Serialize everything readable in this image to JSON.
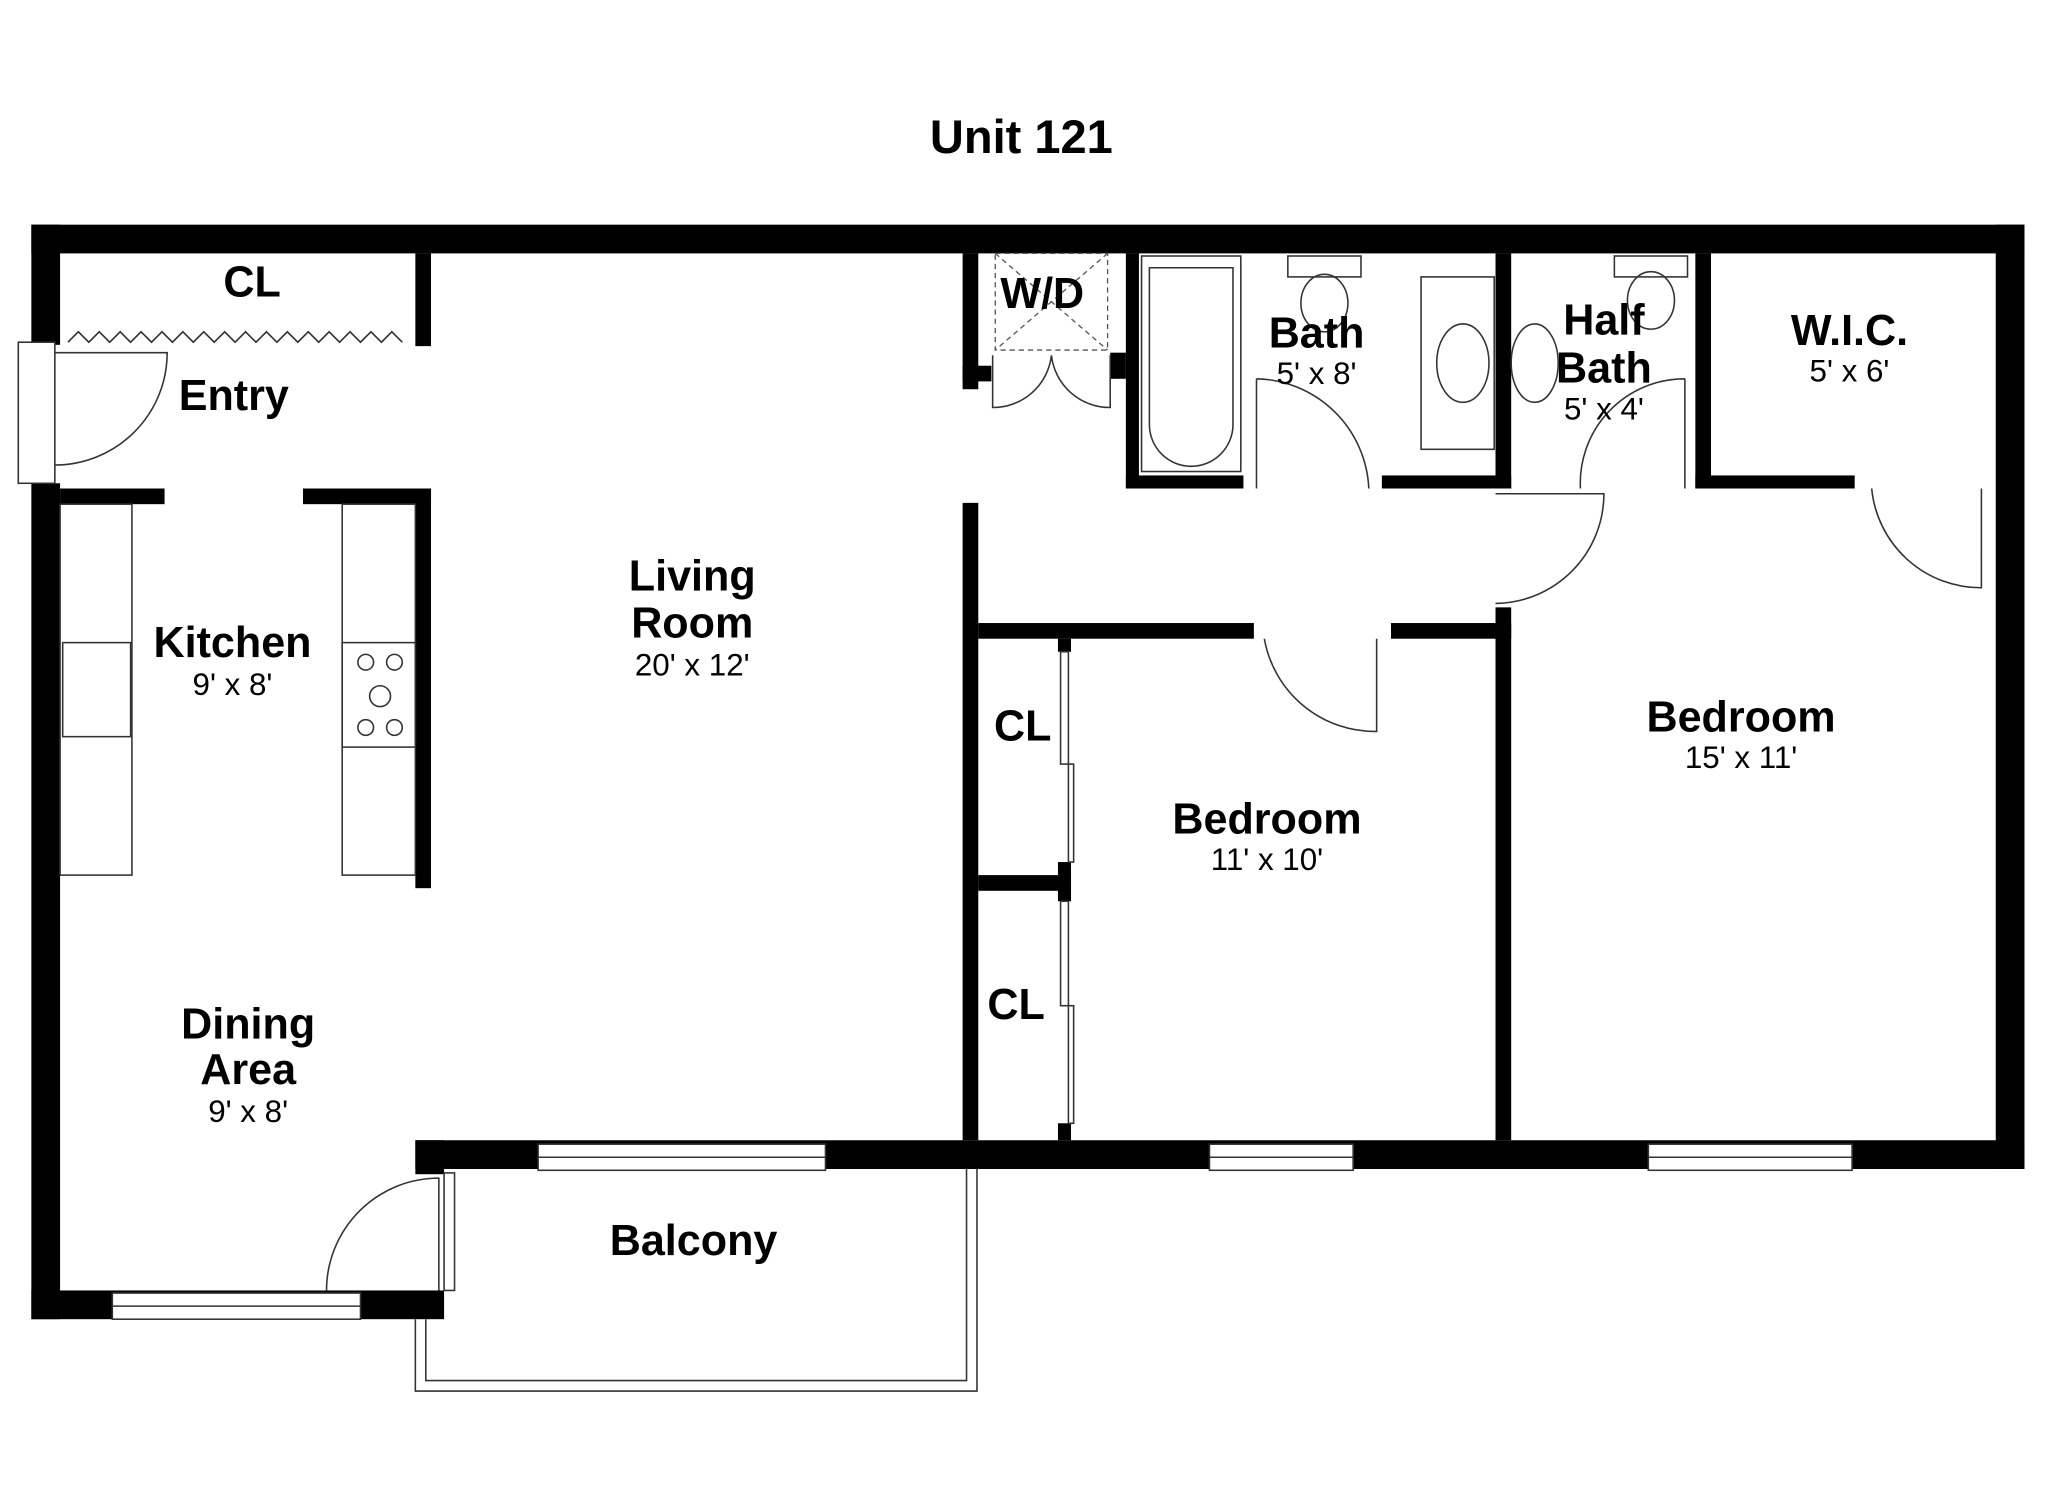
{
  "title": "Unit 121",
  "rooms": {
    "entry_closet": {
      "name": "CL"
    },
    "entry": {
      "name": "Entry"
    },
    "kitchen": {
      "name": "Kitchen",
      "size": "9' x 8'"
    },
    "living": {
      "name_line1": "Living",
      "name_line2": "Room",
      "size": "20' x 12'"
    },
    "dining": {
      "name_line1": "Dining",
      "name_line2": "Area",
      "size": "9' x 8'"
    },
    "balcony": {
      "name": "Balcony"
    },
    "wd": {
      "name": "W/D"
    },
    "bath": {
      "name": "Bath",
      "size": "5' x 8'"
    },
    "half_bath": {
      "name_line1": "Half",
      "name_line2": "Bath",
      "size": "5' x 4'"
    },
    "wic": {
      "name": "W.I.C.",
      "size": "5' x 6'"
    },
    "bedroom_small": {
      "name": "Bedroom",
      "size": "11' x 10'"
    },
    "bedroom_large": {
      "name": "Bedroom",
      "size": "15' x 11'"
    },
    "closet_upper": {
      "name": "CL"
    },
    "closet_lower": {
      "name": "CL"
    }
  }
}
